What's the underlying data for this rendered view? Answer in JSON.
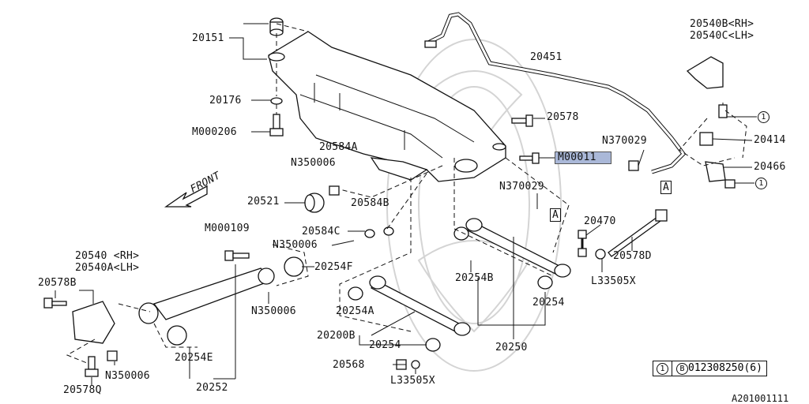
{
  "labels": {
    "l20151": "20151",
    "l20176": "20176",
    "lM000206": "M000206",
    "l20584A": "20584A",
    "lN350006a": "N350006",
    "l20521": "20521",
    "l20584B": "20584B",
    "l20584C": "20584C",
    "lN350006b": "N350006",
    "lM000109": "M000109",
    "l20254F": "20254F",
    "lN350006c": "N350006",
    "l20540": "20540 <RH>",
    "l20540A": "20540A<LH>",
    "l20578B": "20578B",
    "lN350006d": "N350006",
    "l20578Q": "20578Q",
    "l20254E": "20254E",
    "l20252": "20252",
    "l20451": "20451",
    "l20578": "20578",
    "lM00011": "M00011",
    "lN370029a": "N370029",
    "lN370029b": "N370029",
    "l20540B": "20540B<RH>",
    "l20540C": "20540C<LH>",
    "l20414": "20414",
    "l20466": "20466",
    "lA1": "A",
    "lA2": "A",
    "l20470": "20470",
    "l20578D": "20578D",
    "lL33505Xa": "L33505X",
    "l20254B": "20254B",
    "l20254": "20254",
    "l20254A": "20254A",
    "l20200B": "20200B",
    "l20254b": "20254",
    "l20250": "20250",
    "l20568": "20568",
    "lL33505Xb": "L33505X",
    "front": "FRONT",
    "circ1a": "1",
    "circ1b": "1"
  },
  "legend": {
    "num": "1",
    "code": "B",
    "part": "012308250(6)"
  },
  "figure_id": "A201001111"
}
